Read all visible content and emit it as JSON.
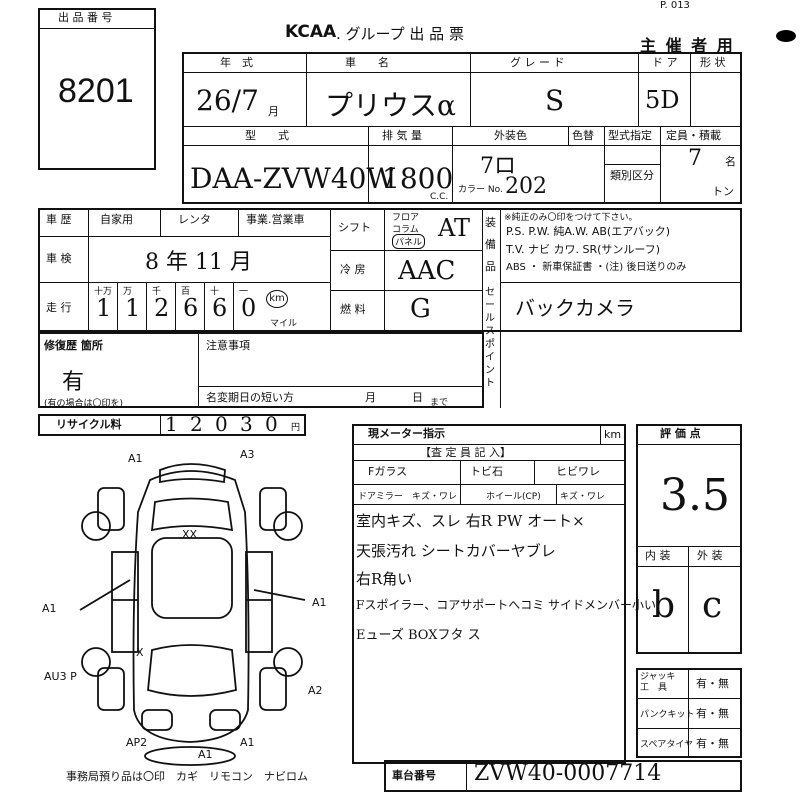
{
  "page_code": "P. 013",
  "lot": {
    "label": "出 品 番 号",
    "value": "8201"
  },
  "header": {
    "brand": "KCAA",
    "title": ". グループ 出 品 票",
    "organizer": "主 催 者 用"
  },
  "row1": {
    "year_label": "年　式",
    "year_value": "26/7",
    "month_mark": "月",
    "car_name_label": "車　　名",
    "car_name_value": "プリウスα",
    "grade_label": "グ レ ー ド",
    "grade_value": "S",
    "doors_label": "ド ア",
    "shape_label": "形 状",
    "doors_value": "5D"
  },
  "row2": {
    "model_label": "型　　式",
    "model_value": "DAA-ZVW40W",
    "displacement_label": "排 気 量",
    "displacement_value": "1800",
    "cc_unit": "C.C.",
    "color_label": "外装色",
    "color_value": "7ロ",
    "color_change_label": "色替",
    "color_no_label": "カラー No.",
    "color_no_value": "202",
    "type_designation_label": "型式指定",
    "class_label": "類別区分",
    "capacity_label": "定員・積載",
    "capacity_value": "7",
    "capacity_unit": "名",
    "ton_unit": "トン"
  },
  "history": {
    "label": "車 歴",
    "options": [
      "自家用",
      "レンタ",
      "事業.営業車"
    ],
    "inspection_label": "車 検",
    "inspection_value": "8 年 11 月",
    "mileage_label": "走 行",
    "digit_labels": [
      "十万",
      "万",
      "千",
      "百",
      "十",
      "一"
    ],
    "mileage_digits": [
      "1",
      "1",
      "2",
      "6",
      "6",
      "0"
    ],
    "km_label": "km",
    "mile_label": "マイル"
  },
  "shift": {
    "label": "シフト",
    "options": [
      "フロア",
      "コラム",
      "パネル"
    ],
    "value": "AT"
  },
  "aircon": {
    "label": "冷 房",
    "value": "AAC"
  },
  "fuel": {
    "label": "燃 料",
    "value": "G"
  },
  "equipment": {
    "side_label": "装 備 品",
    "note": "※純正のみ〇印をつけて下さい。",
    "line1": "P.S. P.W. 純A.W. AB(エアバック)",
    "line2": "T.V. ナビ カワ. SR(サンルーフ)",
    "line3": "ABS ・ 新車保証書 ・(注) 後日送りのみ"
  },
  "sales_point": {
    "label": "セールスポイント",
    "value": "バックカメラ"
  },
  "repair": {
    "label": "修復歴 箇所",
    "value": "有",
    "note": "(有の場合は〇印を)"
  },
  "caution": {
    "label": "注意事項",
    "short_label": "名変期日の短い方",
    "month": "月",
    "day": "日",
    "until": "まで"
  },
  "recycle": {
    "label": "リサイクル料",
    "digits": [
      "1",
      "2",
      "0",
      "3",
      "0"
    ],
    "unit": "円"
  },
  "meter": {
    "label": "現メーター指示",
    "unit": "km"
  },
  "inspector": {
    "title": "【査 定 員 記 入】",
    "fglass": "Fガラス",
    "tobi": "トビ石",
    "hibi": "ヒビワレ",
    "mirror": "ドアミラー",
    "mirror_damage": "キズ・ワレ",
    "wheel": "ホイール(CP)",
    "wheel_damage": "キズ・ワレ",
    "notes": [
      "室内キズ、スレ 右R PW オート×",
      "天張汚れ シートカバーヤブレ",
      "右R角い",
      "Fスポイラー、コアサポートへコミ サイドメンバー小い",
      "Eューズ BOXフタ ス"
    ]
  },
  "score": {
    "label": "評 価 点",
    "value": "3.5",
    "interior_label": "内 装",
    "exterior_label": "外 装",
    "interior_value": "b",
    "exterior_value": "c"
  },
  "items": {
    "jack": "ジャッキ 工　具",
    "puncture": "パンクキット",
    "spare": "スペアタイヤ",
    "yesno": "有・無"
  },
  "diagram_marks": [
    "A1",
    "A3",
    "A1",
    "A1",
    "A1",
    "AU3 P",
    "A2",
    "AP2",
    "A1",
    "A1",
    "XX",
    "X"
  ],
  "footer": {
    "office": "事務局預り品は〇印　カギ　リモコン　ナビロム",
    "chassis_label": "車台番号",
    "chassis_value": "ZVW40-0007714"
  }
}
